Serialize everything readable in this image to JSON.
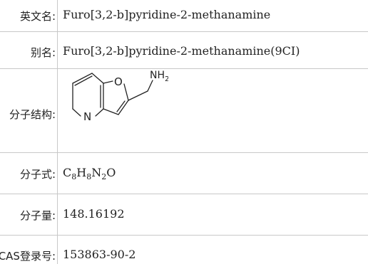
{
  "rows": {
    "english_name": {
      "label": "英文名:",
      "value": "Furo[3,2-b]pyridine-2-methanamine"
    },
    "alias": {
      "label": "别名:",
      "value": "Furo[3,2-b]pyridine-2-methanamine(9CI)"
    },
    "structure": {
      "label": "分子结构:",
      "atoms": {
        "oxygen": "O",
        "nitrogen": "N",
        "amine": "NH",
        "amine_sub": "2"
      }
    },
    "formula": {
      "label": "分子式:",
      "parts": [
        "C",
        "8",
        "H",
        "8",
        "N",
        "2",
        "O"
      ]
    },
    "weight": {
      "label": "分子量:",
      "value": "148.16192"
    },
    "cas": {
      "label": "CAS登录号:",
      "value": "153863-90-2"
    }
  }
}
